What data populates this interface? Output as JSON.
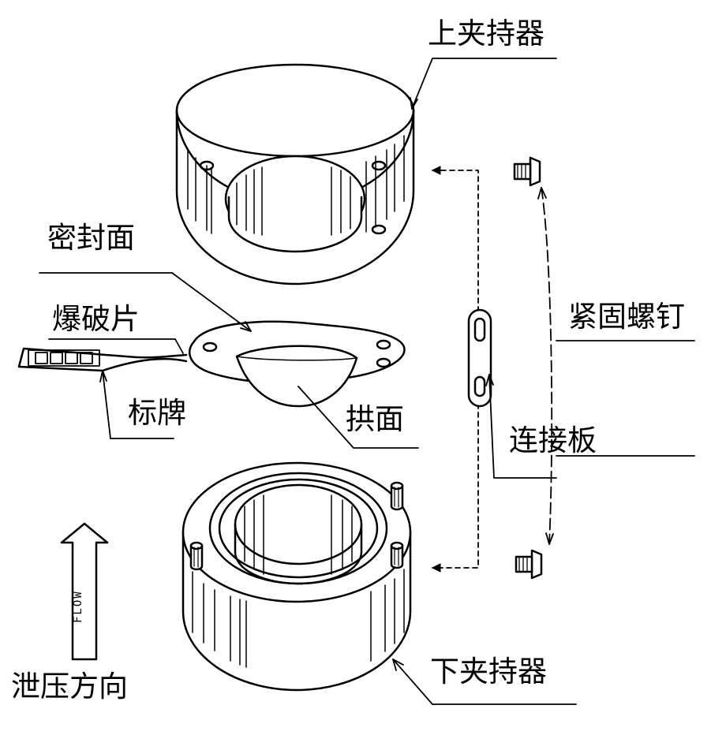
{
  "labels": {
    "upper_holder": "上夹持器",
    "sealing_face": "密封面",
    "burst_disc": "爆破片",
    "nameplate": "标牌",
    "dome_face": "拱面",
    "fastening_screw": "紧固螺钉",
    "connecting_plate": "连接板",
    "lower_holder": "下夹持器",
    "relief_direction": "泄压方向",
    "flow_arrow_text": "FLOW"
  },
  "colors": {
    "ink": "#000000",
    "paper": "#ffffff"
  },
  "icons": [
    "flow-arrow-icon",
    "screw-icon"
  ]
}
